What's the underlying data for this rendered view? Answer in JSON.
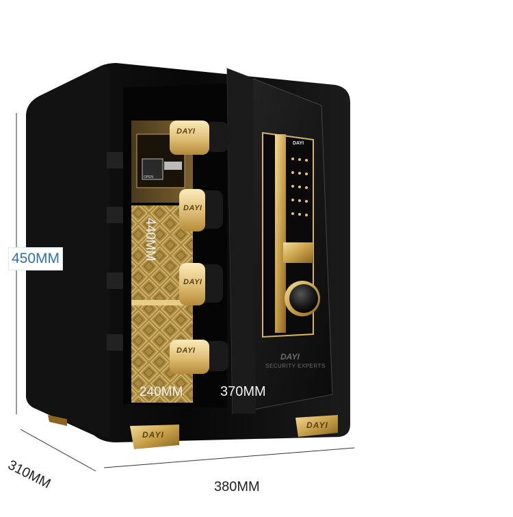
{
  "dimensions": {
    "height_label": "450MM",
    "depth_label": "310MM",
    "width_label": "380MM",
    "inner_width_label": "240MM",
    "door_width_label": "370MM",
    "inner_height_label": "440MM"
  },
  "branding": {
    "logo_text": "DAYI",
    "slogan": "SECURITY EXPERTS",
    "inner_button_label": "OPEN"
  },
  "colors": {
    "body": "#0d0d0d",
    "gold": "#c9a14a",
    "dimension_highlight": "#2e6fb8"
  }
}
